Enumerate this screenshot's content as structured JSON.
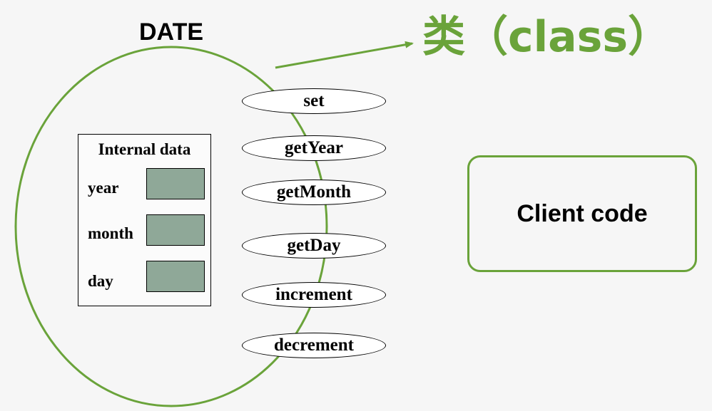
{
  "diagram": {
    "title": "DATE",
    "class_label": "类（class）",
    "internal_data": {
      "title": "Internal data",
      "fields": [
        "year",
        "month",
        "day"
      ]
    },
    "methods": [
      "set",
      "getYear",
      "getMonth",
      "getDay",
      "increment",
      "decrement"
    ],
    "client_label": "Client code"
  },
  "colors": {
    "accent_green": "#6aa33a",
    "slot_fill": "#8fa898"
  }
}
